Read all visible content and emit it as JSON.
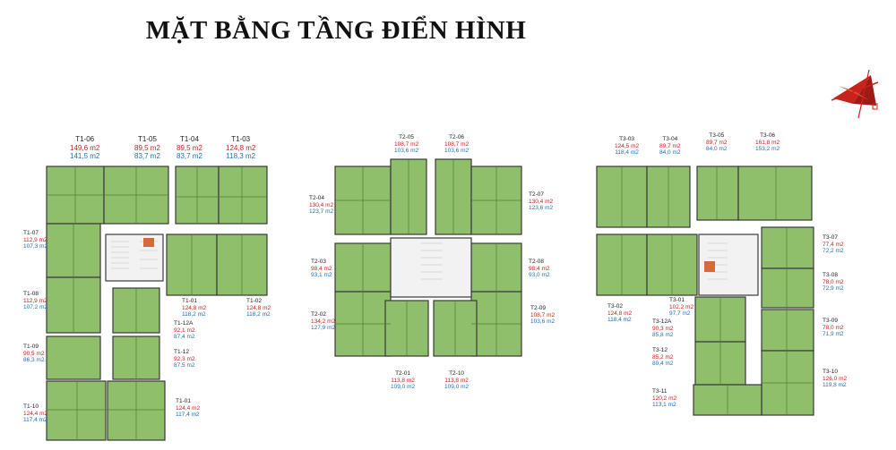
{
  "title": "MẶT BẰNG TẦNG ĐIỂN HÌNH",
  "compass_icon": "compass-rose-icon",
  "colors": {
    "apartment_fill": "#8fbf6a",
    "apartment_dark": "#4f7e33",
    "wall": "#3a3a3a",
    "core_fill": "#f2f2f2",
    "stair_hatch": "#c9c9c9",
    "accent_orange": "#d46a3a",
    "area_built": "#c81e1e",
    "area_use": "#1f6fb5",
    "compass": "#c8221b"
  },
  "buildings": [
    {
      "name": "T1",
      "units": [
        {
          "code": "T1-06",
          "area_built": "149,6 m2",
          "area_use": "141,5 m2"
        },
        {
          "code": "T1-05",
          "area_built": "89,5 m2",
          "area_use": "83,7 m2"
        },
        {
          "code": "T1-04",
          "area_built": "89,5 m2",
          "area_use": "83,7 m2"
        },
        {
          "code": "T1-03",
          "area_built": "124,8 m2",
          "area_use": "118,3 m2"
        },
        {
          "code": "T1-07",
          "area_built": "112,9 m2",
          "area_use": "107,3 m2"
        },
        {
          "code": "T1-08",
          "area_built": "112,9 m2",
          "area_use": "107,2 m2"
        },
        {
          "code": "T1-01",
          "area_built": "124,8 m2",
          "area_use": "118,2 m2"
        },
        {
          "code": "T1-02",
          "area_built": "124,8 m2",
          "area_use": "118,2 m2"
        },
        {
          "code": "T1-12A",
          "area_built": "92,1 m2",
          "area_use": "87,4 m2"
        },
        {
          "code": "T1-09",
          "area_built": "90,5 m2",
          "area_use": "86,3 m2"
        },
        {
          "code": "T1-12",
          "area_built": "92,3 m2",
          "area_use": "87,5 m2"
        },
        {
          "code": "T1-10",
          "area_built": "124,4 m2",
          "area_use": "117,4 m2"
        },
        {
          "code": "T1-01",
          "area_built": "124,4 m2",
          "area_use": "117,4 m2"
        }
      ]
    },
    {
      "name": "T2",
      "units": [
        {
          "code": "T2-05",
          "area_built": "108,7 m2",
          "area_use": "103,6 m2"
        },
        {
          "code": "T2-06",
          "area_built": "108,7 m2",
          "area_use": "103,6 m2"
        },
        {
          "code": "T2-04",
          "area_built": "130,4 m2",
          "area_use": "123,7 m2"
        },
        {
          "code": "T2-07",
          "area_built": "130,4 m2",
          "area_use": "123,6 m2"
        },
        {
          "code": "T2-03",
          "area_built": "98,4 m2",
          "area_use": "93,1 m2"
        },
        {
          "code": "T2-08",
          "area_built": "98,4 m2",
          "area_use": "93,0 m2"
        },
        {
          "code": "T2-02",
          "area_built": "134,2 m2",
          "area_use": "127,9 m2"
        },
        {
          "code": "T2-09",
          "area_built": "108,7 m2",
          "area_use": "103,6 m2"
        },
        {
          "code": "T2-01",
          "area_built": "113,8 m2",
          "area_use": "109,0 m2"
        },
        {
          "code": "T2-10",
          "area_built": "113,8 m2",
          "area_use": "109,0 m2"
        }
      ]
    },
    {
      "name": "T3",
      "units": [
        {
          "code": "T3-03",
          "area_built": "124,5 m2",
          "area_use": "118,4 m2"
        },
        {
          "code": "T3-04",
          "area_built": "89,7 m2",
          "area_use": "84,0 m2"
        },
        {
          "code": "T3-05",
          "area_built": "89,7 m2",
          "area_use": "84,0 m2"
        },
        {
          "code": "T3-06",
          "area_built": "161,8 m2",
          "area_use": "153,2 m2"
        },
        {
          "code": "T3-07",
          "area_built": "77,4 m2",
          "area_use": "72,2 m2"
        },
        {
          "code": "T3-08",
          "area_built": "78,0 m2",
          "area_use": "72,9 m2"
        },
        {
          "code": "T3-02",
          "area_built": "124,8 m2",
          "area_use": "118,4 m2"
        },
        {
          "code": "T3-01",
          "area_built": "102,2 m2",
          "area_use": "97,7 m2"
        },
        {
          "code": "T3-12A",
          "area_built": "90,3 m2",
          "area_use": "85,8 m2"
        },
        {
          "code": "T3-09",
          "area_built": "78,0 m2",
          "area_use": "71,9 m2"
        },
        {
          "code": "T3-12",
          "area_built": "85,2 m2",
          "area_use": "80,4 m2"
        },
        {
          "code": "T3-11",
          "area_built": "120,2 m2",
          "area_use": "113,1 m2"
        },
        {
          "code": "T3-10",
          "area_built": "126,0 m2",
          "area_use": "119,8 m2"
        }
      ]
    }
  ]
}
